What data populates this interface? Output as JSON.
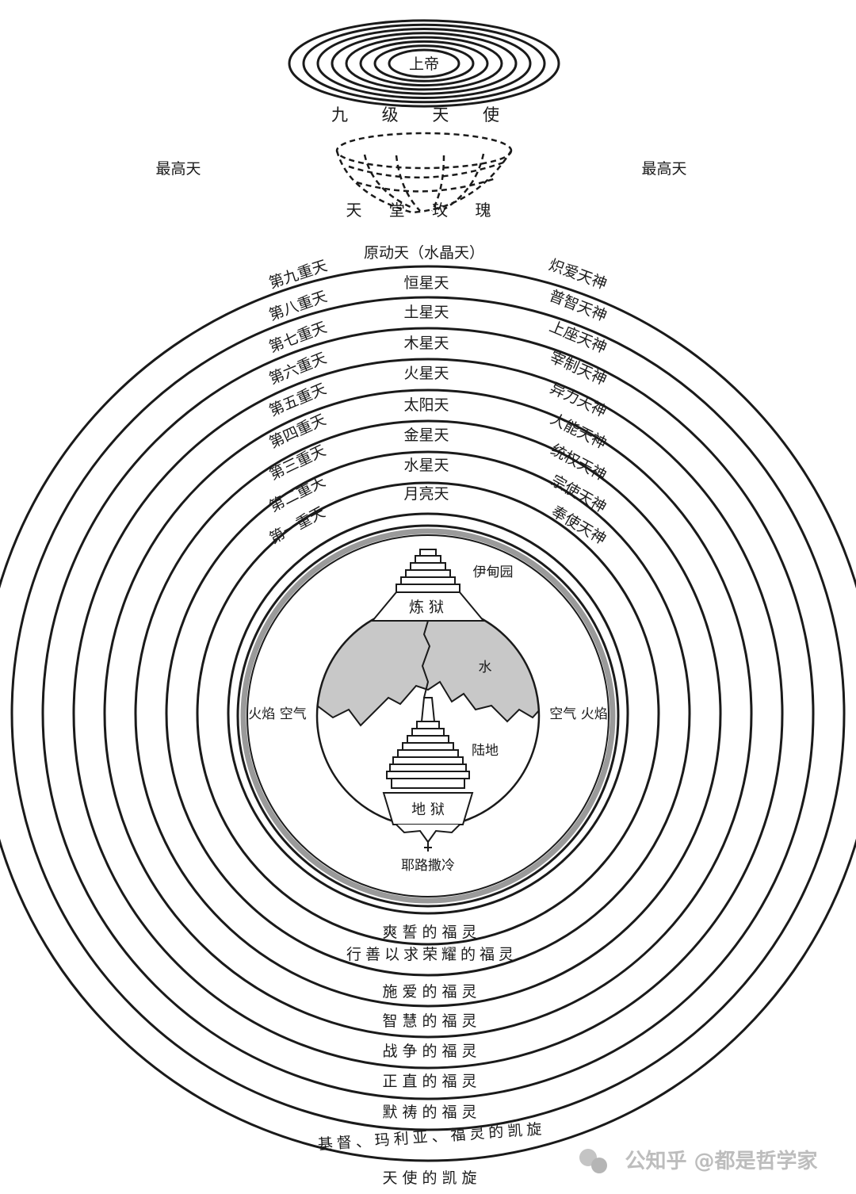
{
  "top": {
    "god": "上帝",
    "angels": "九 级 天 使",
    "empyrean_left": "最高天",
    "empyrean_right": "最高天",
    "rose": "天 堂 玫 瑰"
  },
  "spheres": [
    {
      "left": "第九重天",
      "center": "原动天（水晶天）",
      "right": "炽爱天神",
      "bottom": "天使的凯旋"
    },
    {
      "left": "第八重天",
      "center": "恒星天",
      "right": "普智天神",
      "bottom": "基督、玛利亚、福灵的凯旋"
    },
    {
      "left": "第七重天",
      "center": "土星天",
      "right": "上座天神",
      "bottom": "默祷的福灵"
    },
    {
      "left": "第六重天",
      "center": "木星天",
      "right": "宰制天神",
      "bottom": "正直的福灵"
    },
    {
      "left": "第五重天",
      "center": "火星天",
      "right": "异力天神",
      "bottom": "战争的福灵"
    },
    {
      "left": "第四重天",
      "center": "太阳天",
      "right": "大能天神",
      "bottom": "智慧的福灵"
    },
    {
      "left": "第三重天",
      "center": "金星天",
      "right": "统权天神",
      "bottom": "施爱的福灵"
    },
    {
      "left": "第二重天",
      "center": "水星天",
      "right": "宗使天神",
      "bottom": "行善以求荣耀的福灵"
    },
    {
      "left": "第一重天",
      "center": "月亮天",
      "right": "奉使天神",
      "bottom": "爽誓的福灵"
    }
  ],
  "earth": {
    "eden": "伊甸园",
    "purgatory": "炼 狱",
    "water": "水",
    "fire_air_left": "火焰 空气",
    "air_fire_right": "空气 火焰",
    "land": "陆地",
    "hell": "地 狱",
    "jerusalem": "耶路撒冷"
  },
  "watermark": "公知乎 @都是哲学家",
  "colors": {
    "ink": "#1a1a1a",
    "water": "#c8c8c8",
    "ring": "#9a9a9a"
  }
}
